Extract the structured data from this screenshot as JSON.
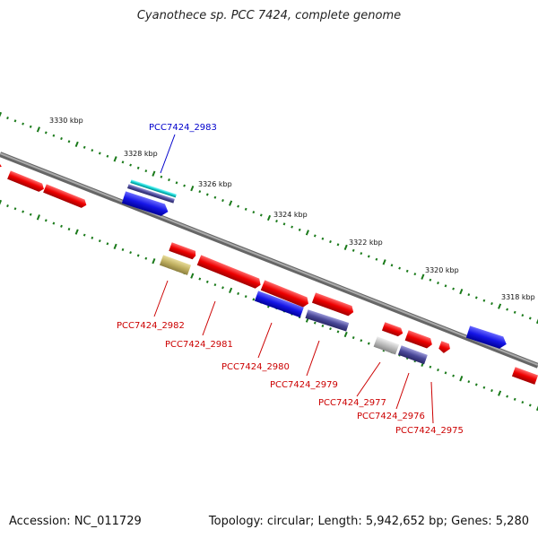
{
  "title": "Cyanothece sp. PCC 7424, complete genome",
  "footer": {
    "accession": "Accession: NC_011729",
    "summary": "Topology: circular; Length: 5,942,652 bp; Genes: 5,280"
  },
  "colors": {
    "backbone": "#777777",
    "tick": "#1a7a1a",
    "forward_gene": "#2020dd",
    "reverse_gene": "#ee1111",
    "label_blue": "#0000cc",
    "label_red": "#cc0000"
  },
  "ticks": [
    {
      "label": "3330 kbp"
    },
    {
      "label": "3328 kbp"
    },
    {
      "label": "3326 kbp"
    },
    {
      "label": "3324 kbp"
    },
    {
      "label": "3322 kbp"
    },
    {
      "label": "3320 kbp"
    },
    {
      "label": "3318 kbp"
    }
  ],
  "gene_labels": [
    {
      "text": "PCC7424_2983",
      "color": "blue"
    },
    {
      "text": "PCC7424_2982",
      "color": "red"
    },
    {
      "text": "PCC7424_2981",
      "color": "red"
    },
    {
      "text": "PCC7424_2980",
      "color": "red"
    },
    {
      "text": "PCC7424_2979",
      "color": "red"
    },
    {
      "text": "PCC7424_2977",
      "color": "red"
    },
    {
      "text": "PCC7424_2976",
      "color": "red"
    },
    {
      "text": "PCC7424_2975",
      "color": "red"
    }
  ]
}
